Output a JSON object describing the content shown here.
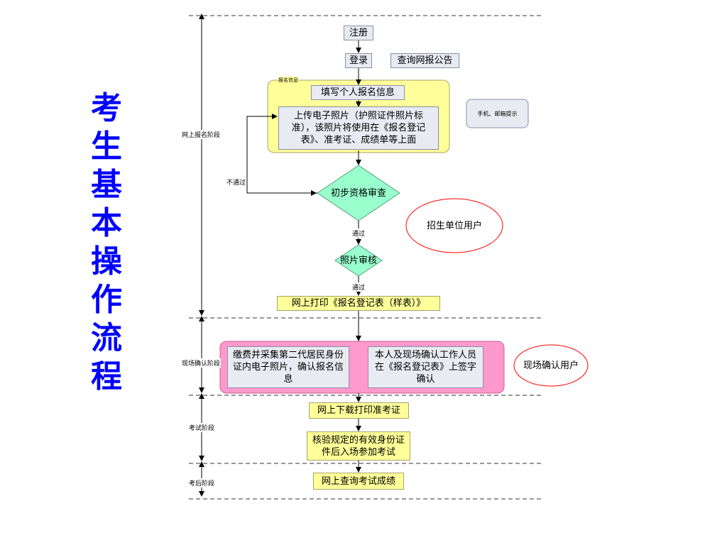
{
  "title_chars": [
    "考",
    "生",
    "基",
    "本",
    "操",
    "作",
    "流",
    "程"
  ],
  "phases": {
    "online": "网上报名阶段",
    "onsite": "现场确认阶段",
    "exam": "考试阶段",
    "after": "考后阶段"
  },
  "nodes": {
    "register": "注册",
    "login": "登录",
    "query_notice": "查询网报公告",
    "group_label": "报名信息",
    "fill_info": "填写个人报名信息",
    "upload_photo": "上传电子照片（护照证件照片标准），该照片将使用在《报名登记表》、准考证、成绩单等上面",
    "phone_email": "手机、邮箱提示",
    "prelim_review": "初步资格审查",
    "not_pass": "不通过",
    "pass1": "通过",
    "school_user": "招生单位用户",
    "photo_review": "照片审核",
    "pass2": "通过",
    "print_form": "网上打印《报名登记表（样表）》",
    "pay_collect": "缴费并采集第二代居民身份证内电子照片，确认报名信息",
    "sign_confirm": "本人及现场确认工作人员在《报名登记表》上签字确认",
    "onsite_user": "现场确认用户",
    "download_ticket": "网上下载打印准考证",
    "verify_id": "核验规定的有效身份证件后入场参加考试",
    "query_score": "网上查询考试成绩"
  },
  "colors": {
    "title": "#0000ff",
    "yellow": "#ffff99",
    "pink": "#ff99cc",
    "diamond": "#99ffcc",
    "gray_box": "#e9ebf3",
    "ellipse_stroke": "#ff0000"
  }
}
